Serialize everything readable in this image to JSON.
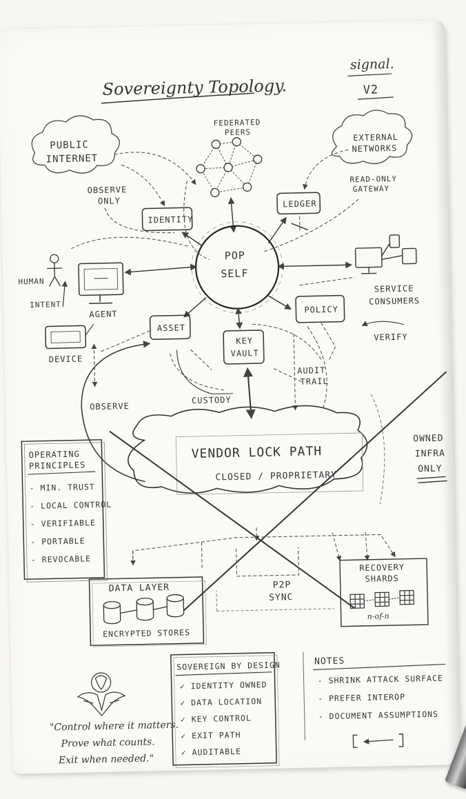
{
  "title": "Sovereignty Topology.",
  "brand": {
    "name": "signal.",
    "version": "V2"
  },
  "nodes": {
    "federated_peers": [
      "FEDERATED",
      "PEERS"
    ],
    "public_internet": [
      "PUBLIC",
      "INTERNET"
    ],
    "external_networks": [
      "EXTERNAL",
      "NETWORKS"
    ],
    "observe_only": [
      "OBSERVE",
      "ONLY"
    ],
    "read_only_gateway": [
      "READ-ONLY",
      "GATEWAY"
    ],
    "identity": "IDENTITY",
    "ledger": "LEDGER",
    "pop_self": [
      "POP",
      "SELF"
    ],
    "human": "HUMAN",
    "intent": "INTENT",
    "agent": "AGENT",
    "device": "DEVICE",
    "asset": "ASSET",
    "key_vault": [
      "KEY",
      "VAULT"
    ],
    "policy": "POLICY",
    "service_consumers": [
      "SERVICE",
      "CONSUMERS"
    ],
    "verify": "VERIFY",
    "audit_trail": [
      "AUDIT",
      "TRAIL"
    ],
    "custody": "CUSTODY",
    "observe": "OBSERVE",
    "vendor_lock": {
      "title": "VENDOR LOCK PATH",
      "subtitle": "CLOSED / PROPRIETARY"
    },
    "owned_infra": [
      "OWNED",
      "INFRA",
      "ONLY"
    ],
    "data_layer": "DATA LAYER",
    "encrypted_stores": "ENCRYPTED STORES",
    "p2p_sync": [
      "P2P",
      "SYNC"
    ],
    "recovery_shards": [
      "RECOVERY",
      "SHARDS"
    ],
    "n_of_n": "n-of-n"
  },
  "principles": {
    "title": [
      "OPERATING",
      "PRINCIPLES"
    ],
    "items": [
      "- MIN. TRUST",
      "- LOCAL CONTROL",
      "- VERIFIABLE",
      "- PORTABLE",
      "- REVOCABLE"
    ]
  },
  "sovereign": {
    "title": "SOVEREIGN BY DESIGN",
    "items": [
      "✓ IDENTITY OWNED",
      "✓ DATA LOCATION",
      "✓ KEY CONTROL",
      "✓ EXIT PATH",
      "✓ AUDITABLE"
    ]
  },
  "notes": {
    "title": "NOTES",
    "items": [
      "- SHRINK ATTACK SURFACE",
      "- PREFER INTEROP",
      "- DOCUMENT ASSUMPTIONS"
    ]
  },
  "quote": [
    "\"Control where it matters.",
    "Prove what counts.",
    "Exit when needed.\""
  ],
  "colors": {
    "ink": "#333333",
    "paper": "#fbfaf7",
    "pencil": "#8a8a8a"
  },
  "icons": [
    "human-stick-icon",
    "monitor-icon",
    "device-icon",
    "service-devices-icon",
    "eagle-logo-icon",
    "db-cylinder-icon",
    "shard-grid-icon"
  ]
}
